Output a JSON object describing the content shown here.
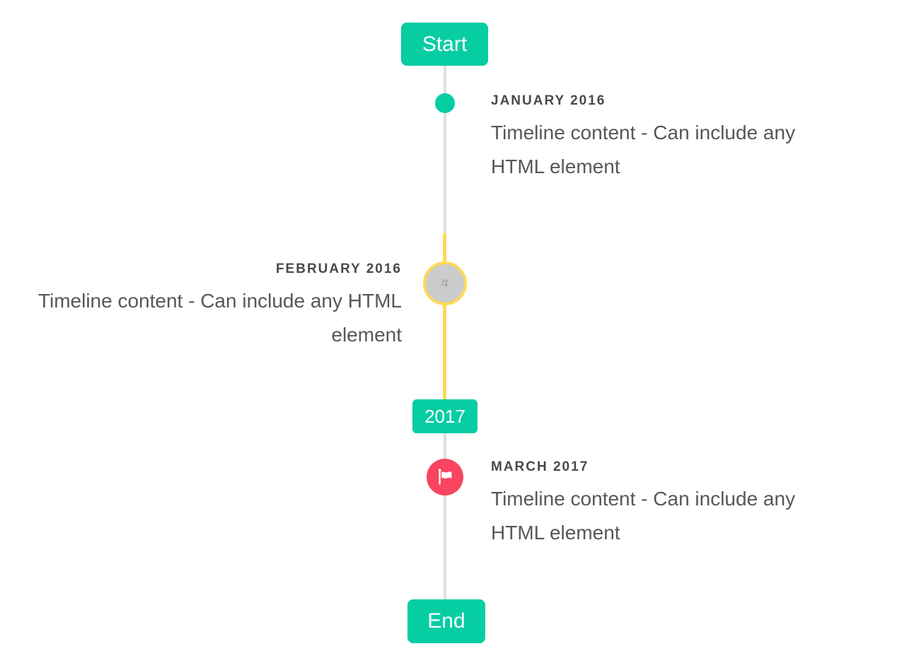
{
  "timeline": {
    "start_badge": "Start",
    "year_badge": "2017",
    "end_badge": "End",
    "items": [
      {
        "date": "JANUARY 2016",
        "content": "Timeline content - Can include any HTML element",
        "side": "right",
        "marker": "teal-dot"
      },
      {
        "date": "FEBRUARY 2016",
        "content": "Timeline content - Can include any HTML element",
        "side": "left",
        "marker": "gray-circle-highlighted",
        "marker_icon": "broken-image-icon"
      },
      {
        "date": "MARCH 2017",
        "content": "Timeline content - Can include any HTML element",
        "side": "right",
        "marker": "red-flag-circle",
        "marker_icon": "flag-icon"
      }
    ],
    "colors": {
      "accent_teal": "#07cda3",
      "highlight_yellow": "#ffd957",
      "flag_red": "#f9455f",
      "line_gray": "#dedede",
      "circle_gray": "#cccccc",
      "date_text": "#474a4c",
      "content_text": "#54585b"
    }
  }
}
